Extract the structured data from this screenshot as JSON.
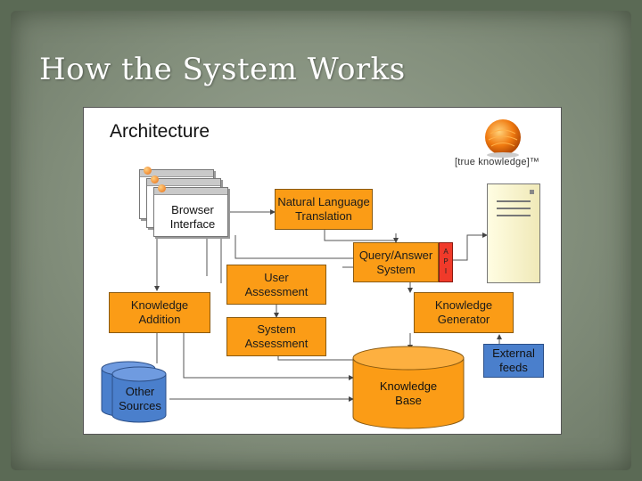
{
  "slide": {
    "title": "How the System Works"
  },
  "diagram": {
    "title": "Architecture",
    "logo_text": "[true knowledge]™",
    "api_label": [
      "A",
      "P",
      "I"
    ],
    "boxes": {
      "browser_interface": [
        "Browser",
        "Interface"
      ],
      "natural_language": [
        "Natural Language",
        "Translation"
      ],
      "query_answer": [
        "Query/Answer",
        "System"
      ],
      "user_assessment": [
        "User",
        "Assessment"
      ],
      "system_assessment": [
        "System",
        "Assessment"
      ],
      "knowledge_addition": [
        "Knowledge",
        "Addition"
      ],
      "knowledge_generator": [
        "Knowledge",
        "Generator"
      ],
      "external_feeds": [
        "External",
        "feeds"
      ],
      "other_sources": [
        "Other",
        "Sources"
      ],
      "knowledge_base": [
        "Knowledge",
        "Base"
      ]
    }
  },
  "colors": {
    "orange": "#fb9c16",
    "blue": "#4a7fcc",
    "red": "#f03a2a"
  }
}
